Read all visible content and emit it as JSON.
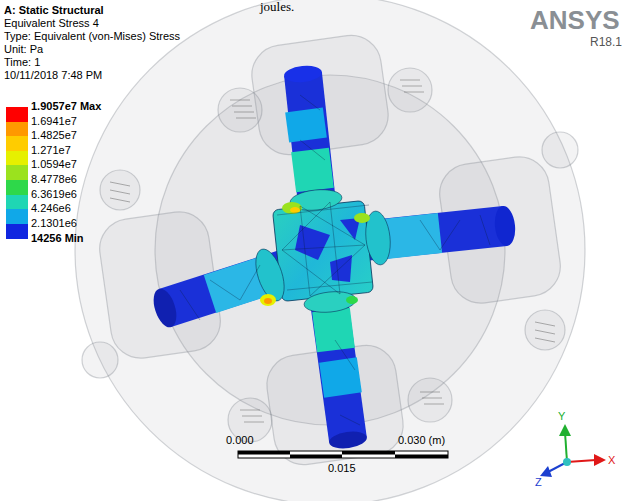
{
  "diagram": {
    "labels": [
      "joules.",
      "A: Static Structural",
      "Equivalent Stress 4",
      "Type: Equivalent (von-Mises) Stress",
      "Unit: Pa",
      "Time: 1",
      "10/11/2018 7:48 PM",
      "14256 Min",
      "ANSYS",
      "R18.1",
      "0.000",
      "0.030 (m)",
      "0.015",
      "Y",
      "X",
      "Z"
    ],
    "legend": [
      {
        "text": "1.9057e7 Max",
        "color": "#ff0000"
      },
      {
        "text": "1.6941e7",
        "color": "#ff9900"
      },
      {
        "text": "1.4825e7",
        "color": "#ffcc00"
      },
      {
        "text": "1.271e7",
        "color": "#e6f000"
      },
      {
        "text": "1.0594e7",
        "color": "#9be21e"
      },
      {
        "text": "8.4778e6",
        "color": "#2ed84a"
      },
      {
        "text": "6.3619e6",
        "color": "#1fd6b4"
      },
      {
        "text": "4.246e6",
        "color": "#10a8e8"
      },
      {
        "text": "2.1301e6",
        "color": "#1026e0"
      }
    ]
  }
}
